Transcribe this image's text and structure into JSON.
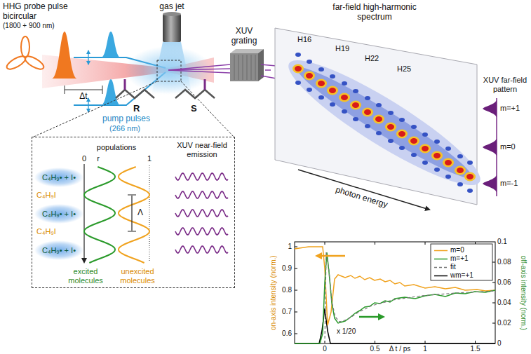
{
  "diagram": {
    "nodes": [
      {
        "text": [
          "gas jet"
        ]
      },
      {
        "text": [
          "XUV grating"
        ]
      },
      {
        "text": [
          "far-field high-harmonic spectrum"
        ]
      },
      {
        "text": [
          "XUV near-field emission"
        ]
      },
      {
        "text": [
          "C₄H₉• + I•"
        ],
        "in": 3
      },
      {
        "text": [
          "C₄H₉• + I•"
        ],
        "in": 3
      },
      {
        "text": [
          "C₄H₉• + I•"
        ],
        "in": 3
      }
    ],
    "edges": [
      {
        "from": 1,
        "to": 2,
        "arrow": "none"
      }
    ],
    "labels": [
      "HHG probe pulse",
      "bicircular",
      "(1800 + 900 nm)",
      "Δt",
      "pump pulses",
      "(266 nm)",
      "R",
      "S",
      "H16",
      "H19",
      "H22",
      "H25",
      "photon energy",
      "XUV far-field pattern",
      "m=+1",
      "m=0",
      "m=-1",
      "populations",
      "0",
      "r",
      "1",
      "C₄H₉I",
      "C₄H₉I",
      "Λ",
      "excited molecules",
      "unexcited molecules",
      "1",
      "0.9",
      "0.8",
      "0.7",
      "0.6",
      "0.1",
      "0.08",
      "0.06",
      "0.04",
      "0.02",
      "0",
      "0",
      "0.5",
      "1",
      "1.5",
      "Δ t / ps",
      "on-axis intensity (norm.)",
      "off-axis intensity (norm.)",
      "x 1/20"
    ],
    "legend": [
      {
        "text": "m=0"
      },
      {
        "text": "m=+1"
      },
      {
        "text": "fit"
      },
      {
        "text": "wm=+1"
      }
    ]
  }
}
